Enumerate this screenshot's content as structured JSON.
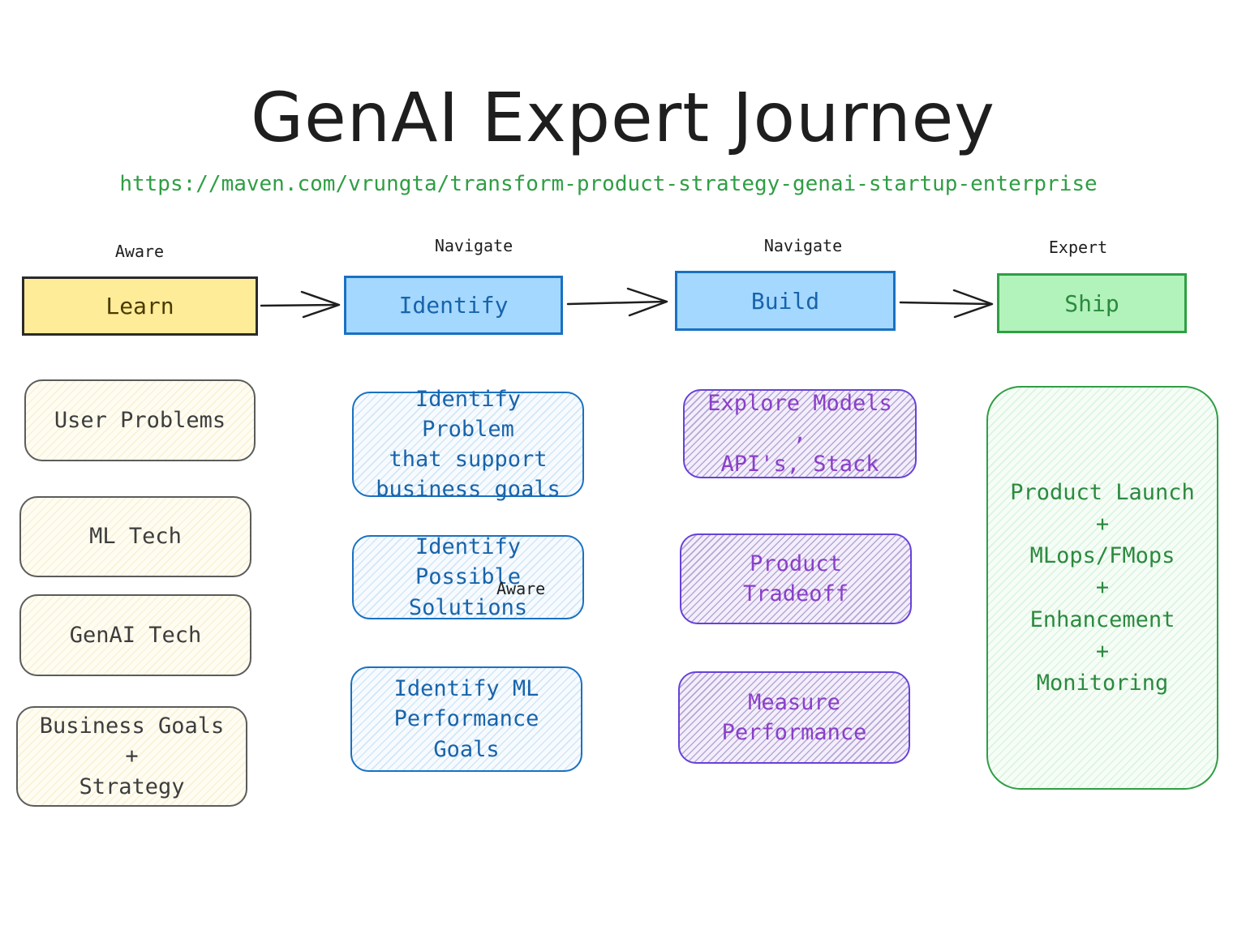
{
  "title": "GenAI Expert Journey",
  "link": "https://maven.com/vrungta/transform-product-strategy-genai-startup-enterprise",
  "colors": {
    "yellow": "#ffec99",
    "blue": "#a5d8ff",
    "green": "#b2f2bb",
    "purple": "#8a3fc9",
    "link": "#2f9e44"
  },
  "stages": [
    {
      "tag": "Aware",
      "label": "Learn",
      "color": "yellow",
      "cards": [
        "User Problems",
        "ML Tech",
        "GenAI Tech",
        "Business Goals +\nStrategy"
      ]
    },
    {
      "tag": "Navigate",
      "label": "Identify",
      "color": "blue",
      "cards": [
        "Identify Problem\nthat support\nbusiness goals",
        "Identify Possible\nSolutions",
        "Identify ML\nPerformance\nGoals"
      ]
    },
    {
      "tag": "Navigate",
      "label": "Build",
      "color": "blue",
      "cards": [
        "Explore Models ,\nAPI's, Stack",
        "Product\nTradeoff",
        "Measure\nPerformance"
      ]
    },
    {
      "tag": "Expert",
      "label": "Ship",
      "color": "green",
      "cards": [
        "Product Launch\n+\nMLops/FMops\n+\nEnhancement\n+\nMonitoring"
      ]
    }
  ],
  "stray_text": "Aware"
}
